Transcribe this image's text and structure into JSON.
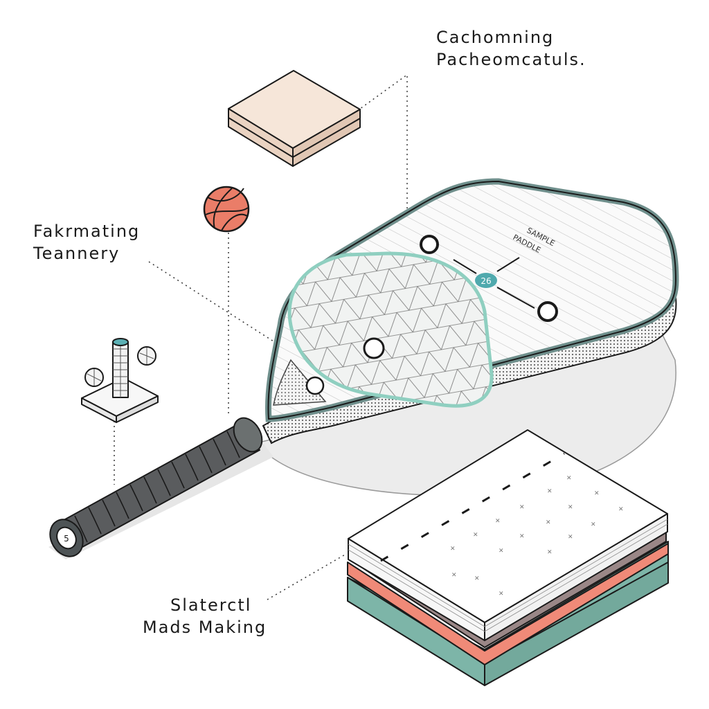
{
  "diagram": {
    "type": "isometric exploded illustration",
    "subject": "pickleball paddle with components",
    "labels": {
      "top_right": {
        "line1": "Cachomning",
        "line2": "Pacheomcatuls."
      },
      "left": {
        "line1": "Fakrmating",
        "line2": "Teannery"
      },
      "bottom": {
        "line1": "Slaterctl",
        "line2": "Mads Making"
      }
    },
    "paddle": {
      "badge_number": "26",
      "face_text_1": "SAMPLE",
      "face_text_2": "PADDLE",
      "handle_cap_marker": "5"
    },
    "components": [
      {
        "name": "stacked-pad-block",
        "color": "#f3e2d4"
      },
      {
        "name": "ball",
        "color": "#ea7d68"
      },
      {
        "name": "column-on-base",
        "cap_color": "#5bb0b4"
      },
      {
        "name": "layered-sheet-stack",
        "layers": [
          "#ffffff",
          "#9a8787",
          "#f08a78",
          "#7db5a8"
        ]
      }
    ],
    "colors": {
      "outline": "#1a1a1a",
      "paddle_rim": "#6f8f8c",
      "paddle_accent": "#8fcfc0",
      "badge": "#4fa9ad",
      "grip": "#5a5c5e",
      "shadow": "#eeeeee"
    }
  }
}
